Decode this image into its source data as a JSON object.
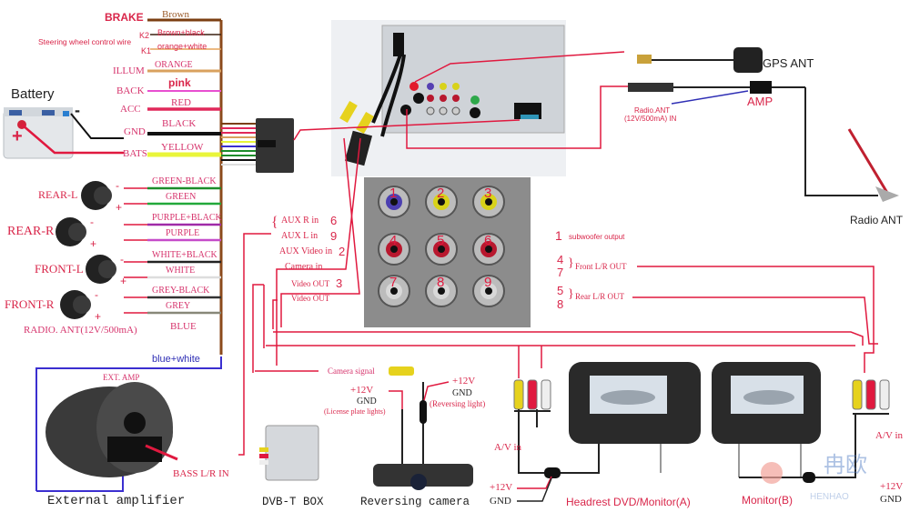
{
  "colors": {
    "wire_red": "#e0193f",
    "label_red": "#d9264a",
    "trunk_brown": "#8b4a1b"
  },
  "harness": {
    "wires": [
      {
        "function": "BRAKE",
        "color_name": "Brown",
        "hex": "#7b3f12"
      },
      {
        "function": "K2",
        "color_name": "Brown+black",
        "hex": "#3a2010"
      },
      {
        "function": "K1",
        "color_name": "orange+white",
        "hex": "#e5a35a"
      },
      {
        "function": "ILLUM",
        "color_name": "ORANGE",
        "hex": "#d9a15e"
      },
      {
        "function": "BACK",
        "color_name": "pink",
        "hex": "#e84fd1"
      },
      {
        "function": "ACC",
        "color_name": "RED",
        "hex": "#e0285a"
      },
      {
        "function": "GND",
        "color_name": "BLACK",
        "hex": "#111111"
      },
      {
        "function": "BATS",
        "color_name": "YELLOW",
        "hex": "#e9f53a"
      }
    ],
    "steering_label": "Steering wheel control wire",
    "battery_label": "Battery",
    "battery_minus": "-",
    "battery_plus": "+"
  },
  "speakers": [
    {
      "name": "REAR-L",
      "neg": "GREEN-BLACK",
      "pos": "GREEN",
      "neg_hex": "#1c8c2a",
      "pos_hex": "#22a83a"
    },
    {
      "name": "REAR-R",
      "neg": "PURPLE+BLACK",
      "pos": "PURPLE",
      "neg_hex": "#a02aa8",
      "pos_hex": "#c54bc9"
    },
    {
      "name": "FRONT-L",
      "neg": "WHITE+BLACK",
      "pos": "WHITE",
      "neg_hex": "#222222",
      "pos_hex": "#dddddd"
    },
    {
      "name": "FRONT-R",
      "neg": "GREY-BLACK",
      "pos": "GREY",
      "neg_hex": "#333333",
      "pos_hex": "#888878"
    }
  ],
  "speaker_signs": {
    "neg": "-",
    "pos": "+"
  },
  "radio_ant_wire": {
    "label": "RADIO. ANT(12V/500mA)",
    "color_name": "BLUE",
    "hex": "#3b2fd0"
  },
  "ext_amp": {
    "wire_label": "blue+white",
    "box_label": "EXT. AMP",
    "input_label": "BASS L/R IN",
    "caption": "External amplifier"
  },
  "antennas": {
    "gps": "GPS ANT",
    "amp": "AMP",
    "radio_in_line1": "Radio.ANT",
    "radio_in_line2": "(12V/500mA) IN",
    "radio": "Radio ANT"
  },
  "rca_panel": {
    "jacks": [
      {
        "n": "1",
        "color": "#4b3fb0"
      },
      {
        "n": "2",
        "color": "#d8d21a"
      },
      {
        "n": "3",
        "color": "#d8d21a"
      },
      {
        "n": "4",
        "color": "#b8182e"
      },
      {
        "n": "5",
        "color": "#b8182e"
      },
      {
        "n": "6",
        "color": "#b8182e"
      },
      {
        "n": "7",
        "color": "#d8d8d8"
      },
      {
        "n": "8",
        "color": "#d8d8d8"
      },
      {
        "n": "9",
        "color": "#d8d8d8"
      }
    ]
  },
  "left_io": {
    "aux_r": "AUX R in",
    "aux_r_n": "6",
    "aux_l": "AUX L in",
    "aux_l_n": "9",
    "aux_video": "AUX Video in",
    "aux_video_n": "2",
    "camera_in": "Camera in",
    "video_out_1": "Video OUT",
    "video_out_1_n": "3",
    "video_out_2": "Video OUT"
  },
  "right_io": {
    "sub_n": "1",
    "sub_label": "subwoofer output",
    "front_n1": "4",
    "front_n2": "7",
    "front_label": "Front L/R OUT",
    "rear_n1": "5",
    "rear_n2": "8",
    "rear_label": "Rear L/R OUT"
  },
  "camera": {
    "signal": "Camera signal",
    "plus12_a": "+12V",
    "gnd_a": "GND",
    "license": "(License plate lights)",
    "plus12_b": "+12V",
    "gnd_b": "GND",
    "reversing": "(Reversing light)",
    "caption": "Reversing camera"
  },
  "dvbt": {
    "caption": "DVB-T BOX"
  },
  "monitor_a": {
    "av_in": "A/V in",
    "plus12": "+12V",
    "gnd": "GND",
    "caption": "Headrest DVD/Monitor(A)"
  },
  "monitor_b": {
    "av_in": "A/V in",
    "plus12": "+12V",
    "gnd": "GND",
    "caption": "Monitor(B)"
  },
  "watermark": {
    "cn": "冉欧",
    "en": "HENHAO"
  }
}
